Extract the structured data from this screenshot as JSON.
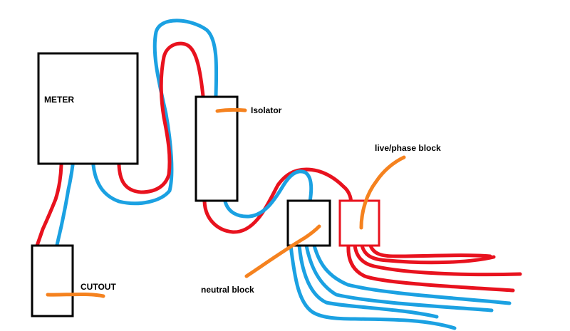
{
  "labels": {
    "meter": "METER",
    "cutout": "CUTOUT",
    "isolator": "Isolator",
    "live_block": "live/phase block",
    "neutral_block": "neutral block"
  },
  "colors": {
    "live_wire": "#e8121e",
    "neutral_wire": "#1ba1e2",
    "pointer": "#f5821f",
    "box_outline": "#000000",
    "live_block_outline": "#e8121e",
    "background": "#ffffff"
  }
}
